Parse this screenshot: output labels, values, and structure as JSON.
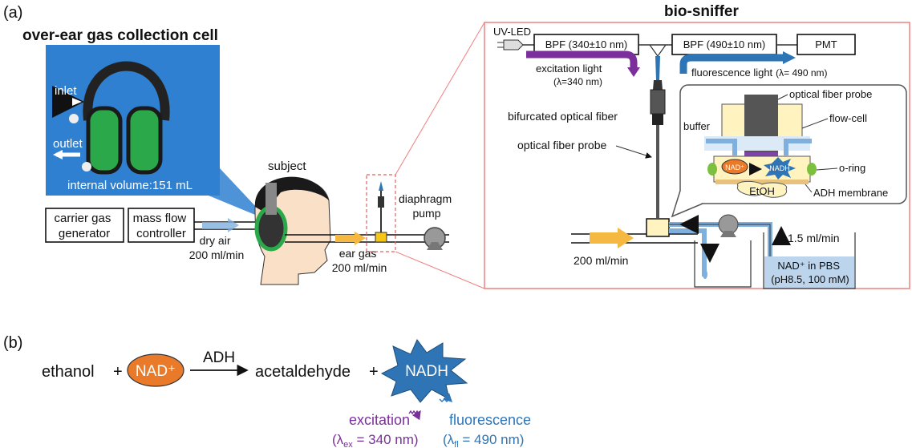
{
  "panel_a": {
    "label": "(a)",
    "cell_title": "over-ear gas collection cell",
    "photo": {
      "inlet": "inlet",
      "outlet": "outlet",
      "volume": "internal volume:151 mL"
    },
    "setup": {
      "carrier_gas": [
        "carrier gas",
        "generator"
      ],
      "mass_flow": [
        "mass flow",
        "controller"
      ],
      "dry_air": [
        "dry air",
        "200 ml/min"
      ],
      "subject": "subject",
      "ear_gas": [
        "ear gas",
        "200 ml/min"
      ],
      "pump": [
        "diaphragm",
        "pump"
      ]
    },
    "sniffer": {
      "title": "bio-sniffer",
      "uv_led": "UV-LED",
      "bpf1": "BPF (340±10 nm)",
      "bpf2": "BPF (490±10 nm)",
      "pmt": "PMT",
      "excitation": "excitation light",
      "excitation_wl": "(λ=340 nm)",
      "fluorescence": "fluorescence light",
      "fluorescence_wl": "(λ= 490 nm)",
      "bifurcated": "bifurcated optical fiber",
      "probe": "optical fiber probe",
      "flow_rate": "200 ml/min",
      "pump_rate": "1.5 ml/min",
      "reservoir": [
        "NAD⁺ in PBS",
        "(pH8.5, 100 mM)"
      ],
      "inset": {
        "probe": "optical fiber probe",
        "buffer": "buffer",
        "flowcell": "flow-cell",
        "oring": "o-ring",
        "membrane": "ADH membrane",
        "nad": "NAD⁺",
        "nadh": "NADH",
        "etoh": "EtOH"
      }
    }
  },
  "panel_b": {
    "label": "(b)",
    "ethanol": "ethanol",
    "plus": "+",
    "nad": "NAD⁺",
    "enzyme": "ADH",
    "acetaldehyde": "acetaldehyde",
    "nadh": "NADH",
    "excitation": "excitation",
    "excitation_wl": "(λex = 340 nm)",
    "fluorescence": "fluorescence",
    "fluorescence_wl": "(λfl = 490 nm)"
  },
  "colors": {
    "purple": "#7b2f9a",
    "blue": "#2e75b6",
    "orange": "#e87a2a",
    "salmon": "#f08080",
    "photo_bg": "#2f80d0",
    "nadh_star": "#2f74b5",
    "yellow": "#f5c518"
  }
}
